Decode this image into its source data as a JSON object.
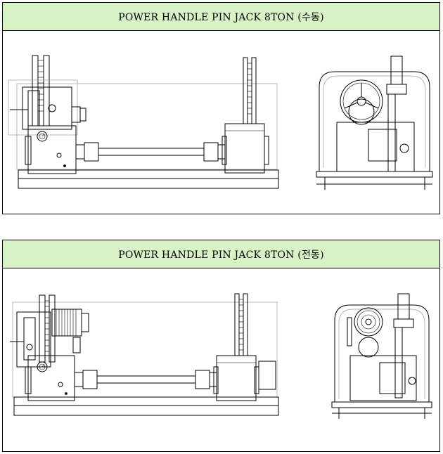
{
  "panels": [
    {
      "title": "POWER HANDLE PIN JACK 8TON (수동)"
    },
    {
      "title": "POWER HANDLE PIN JACK 8TON (전동)"
    }
  ],
  "icons": [
    "pin-jack-side-view-drawing",
    "pin-jack-end-view-drawing",
    "pressure-gauge-icon",
    "motor-icon",
    "handwheel-icon"
  ]
}
